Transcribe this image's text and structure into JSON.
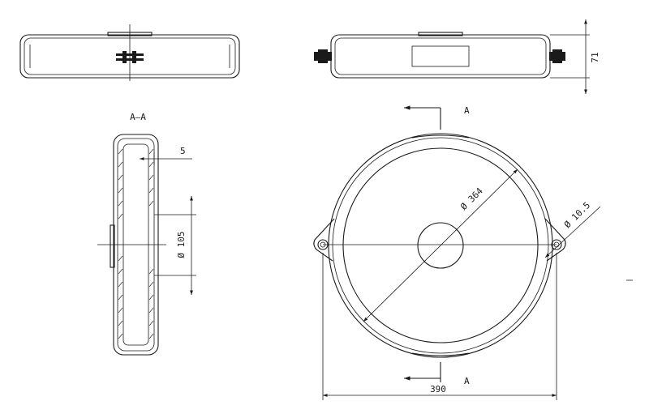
{
  "section_label": "A—A",
  "section_marker_top": "A",
  "section_marker_bottom": "A",
  "dimensions": {
    "height": "71",
    "wall": "5",
    "inner_diameter": "Ø 105",
    "outer_diameter": "Ø 364",
    "hole_diameter": "Ø 10.5",
    "total_width": "390"
  }
}
